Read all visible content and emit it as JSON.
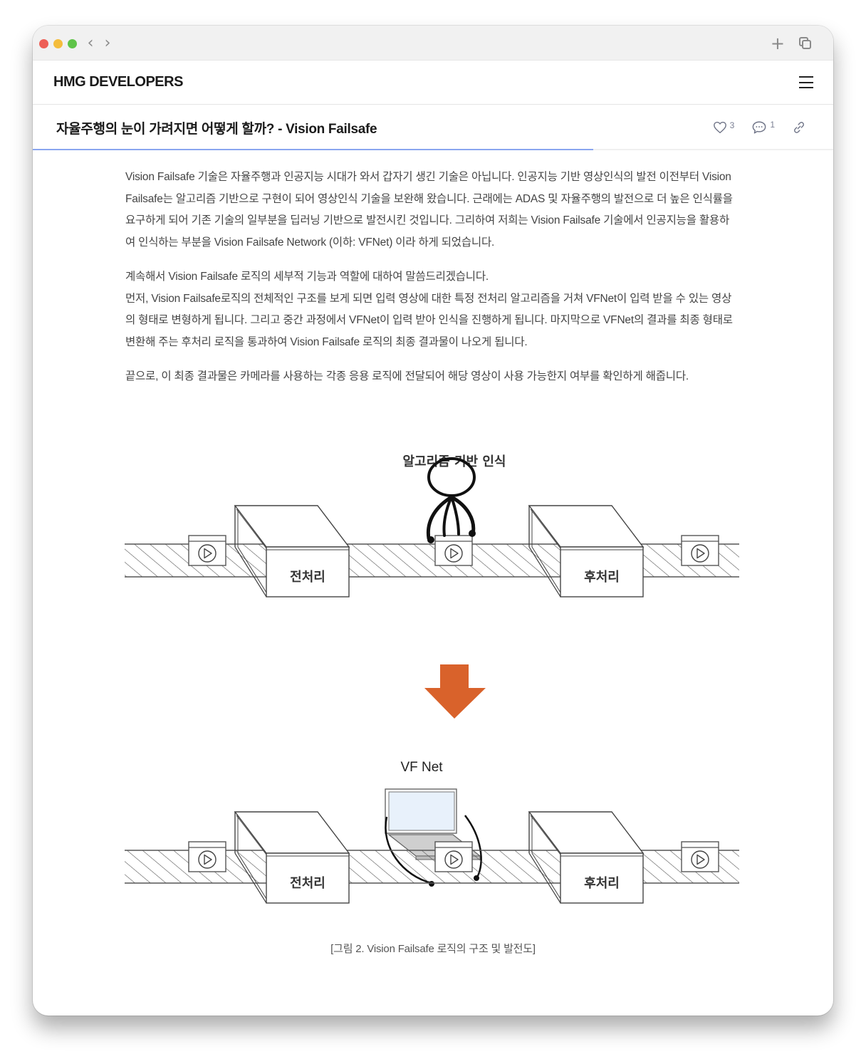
{
  "browser": {
    "traffic_lights": [
      "close",
      "minimize",
      "maximize"
    ],
    "back_icon": "‹",
    "forward_icon": "›",
    "new_tab_icon": "+",
    "tabs_icon": "tabs-overview"
  },
  "site": {
    "logo": "HMG DEVELOPERS",
    "menu_icon": "hamburger-menu"
  },
  "article": {
    "title": "자율주행의 눈이 가려지면 어떻게 할까? - Vision Failsafe",
    "likes": "3",
    "comments": "1",
    "share_icon": "link",
    "progress_percent": 70,
    "accent_color": "#8aa5f0",
    "paragraphs": [
      "Vision Failsafe 기술은 자율주행과 인공지능 시대가 와서 갑자기 생긴 기술은 아닙니다. 인공지능 기반 영상인식의 발전 이전부터 Vision Failsafe는 알고리즘 기반으로 구현이 되어 영상인식 기술을 보완해 왔습니다. 근래에는 ADAS 및 자율주행의 발전으로 더 높은 인식률을 요구하게 되어 기존 기술의 일부분을 딥러닝 기반으로 발전시킨 것입니다. 그리하여 저희는 Vision Failsafe 기술에서 인공지능을 활용하여 인식하는 부분을 Vision Failsafe Network (이하: VFNet) 이라 하게 되었습니다.",
      "계속해서 Vision Failsafe 로직의 세부적 기능과 역할에 대하여 말씀드리겠습니다.\n먼저, Vision Failsafe로직의 전체적인 구조를 보게 되면 입력 영상에 대한 특정 전처리 알고리즘을 거쳐 VFNet이 입력 받을 수 있는 영상의 형태로 변형하게 됩니다. 그리고 중간 과정에서 VFNet이 입력 받아 인식을 진행하게 됩니다. 마지막으로 VFNet의 결과를 최종 형태로 변환해 주는 후처리 로직을 통과하여 Vision Failsafe 로직의 최종 결과물이 나오게 됩니다.",
      "끝으로, 이 최종 결과물은 카메라를 사용하는 각종 응용 로직에 전달되어 해당 영상이 사용 가능한지 여부를 확인하게 해줍니다."
    ],
    "figure": {
      "top_label": "알고리즘 기반 인식",
      "bottom_label": "VF Net",
      "pre_label": "전처리",
      "post_label": "후처리",
      "arrow_color": "#d9622b",
      "caption": "[그림 2. Vision Failsafe 로직의 구조 및 발전도]"
    }
  }
}
